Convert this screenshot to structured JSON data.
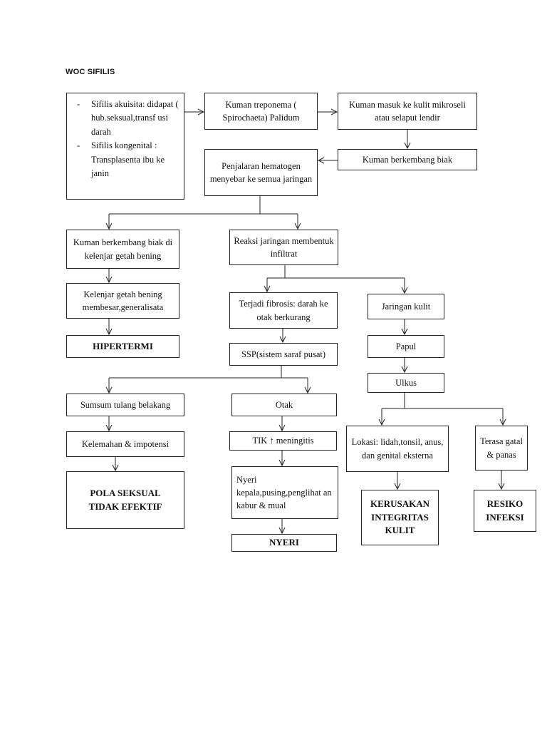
{
  "title": "WOC SIFILIS",
  "nodes": {
    "acquired_congenital": {
      "items": [
        "Sifilis akuisita: didapat ( hub.seksual,transf usi darah",
        "Sifilis kongenital : Transplasenta ibu ke janin"
      ]
    },
    "treponema": "Kuman treponema ( Spirochaeta) Palidum",
    "skin_entry": "Kuman masuk ke kulit mikroseli atau selaput lendir",
    "multiply": "Kuman berkembang biak",
    "hematogenous": "Penjalaran hematogen menyebar ke semua jaringan",
    "lymph_multiply": "Kuman berkembang biak di kelenjar getah bening",
    "infiltrate": "Reaksi jaringan membentuk infiltrat",
    "lymph_enlarge": "Kelenjar getah bening membesar,generalisata",
    "fibrosis": "Terjadi fibrosis: darah ke otak berkurang",
    "skin_tissue": "Jaringan kulit",
    "hyperthermia": "HIPERTERMI",
    "cns": "SSP(sistem saraf pusat)",
    "papule": "Papul",
    "ulcer": "Ulkus",
    "spinal_cord": "Sumsum tulang belakang",
    "brain": "Otak",
    "location": "Lokasi: lidah,tonsil, anus, dan genital eksterna",
    "itch": "Terasa gatal & panas",
    "weakness": "Kelemahan & impotensi",
    "icp": "TIK ↑ meningitis",
    "pain_symptoms": "Nyeri kepala,pusing,penglihat an kabur & mual",
    "sexual_pattern": "POLA SEKSUAL TIDAK EFEKTIF",
    "skin_integrity": "KERUSAKAN INTEGRITAS KULIT",
    "infection_risk": "RESIKO INFEKSI",
    "pain": "NYERI"
  }
}
